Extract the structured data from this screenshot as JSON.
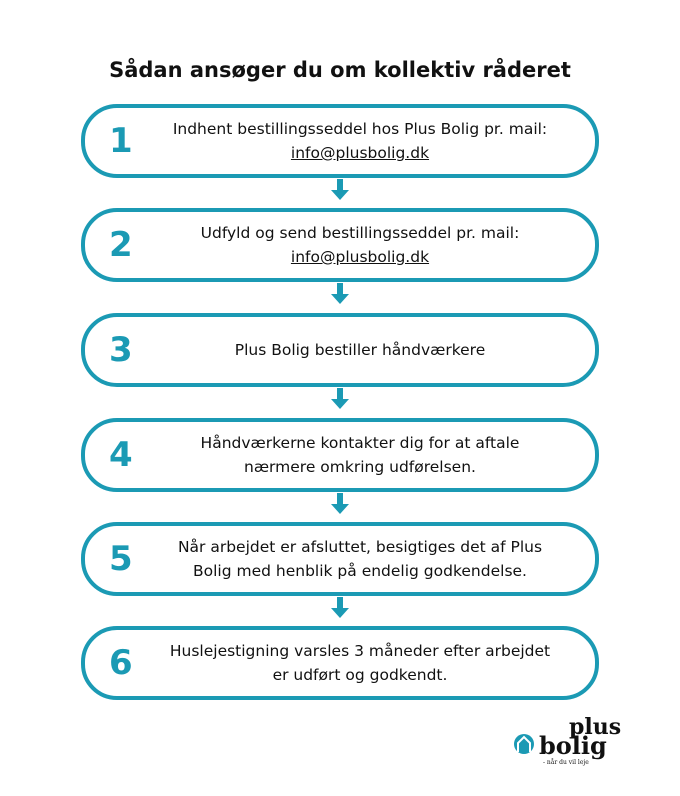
{
  "title": "Sådan ansøger du om kollektiv råderet",
  "steps": [
    {
      "number": "1",
      "lines": [
        "Indhent bestillingsseddel hos Plus Bolig pr. mail:"
      ],
      "link": "info@plusbolig.dk"
    },
    {
      "number": "2",
      "lines": [
        "Udfyld og send bestillingsseddel pr. mail:"
      ],
      "link": "info@plusbolig.dk"
    },
    {
      "number": "3",
      "lines": [
        "Plus Bolig bestiller håndværkere"
      ]
    },
    {
      "number": "4",
      "lines": [
        "Håndværkerne kontakter dig for at aftale",
        "nærmere omkring udførelsen."
      ]
    },
    {
      "number": "5",
      "lines": [
        "Når arbejdet er afsluttet, besigtiges det af Plus",
        "Bolig med henblik på endelig godkendelse."
      ]
    },
    {
      "number": "6",
      "lines": [
        "Huslejestigning varsles 3 måneder efter arbejdet",
        "er udført og godkendt."
      ]
    }
  ],
  "logo": {
    "line1": "plus",
    "line2": "bolig",
    "tagline": "- når du vil leje"
  },
  "colors": {
    "accent": "#1b9ab4"
  }
}
